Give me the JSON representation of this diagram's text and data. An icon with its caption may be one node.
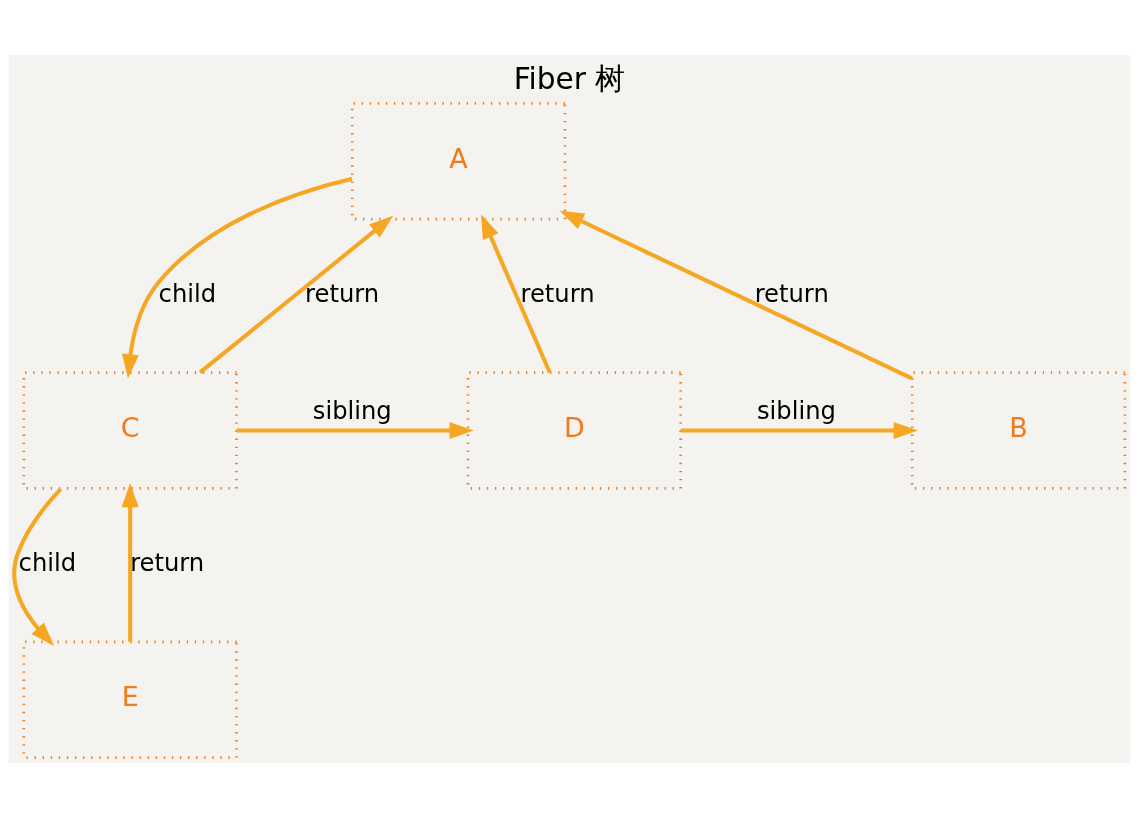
{
  "diagram": {
    "title": "Fiber 树",
    "nodes": [
      {
        "text": [
          "A"
        ]
      },
      {
        "text": [
          "C"
        ]
      },
      {
        "text": [
          "D"
        ]
      },
      {
        "text": [
          "B"
        ]
      },
      {
        "text": [
          "E"
        ]
      }
    ],
    "edges": [
      {
        "from": 0,
        "to": 1,
        "arrow": "to",
        "label": "child"
      },
      {
        "from": 1,
        "to": 0,
        "arrow": "to",
        "label": "return"
      },
      {
        "from": 1,
        "to": 2,
        "arrow": "to",
        "label": "sibling"
      },
      {
        "from": 2,
        "to": 0,
        "arrow": "to",
        "label": "return"
      },
      {
        "from": 2,
        "to": 3,
        "arrow": "to",
        "label": "sibling"
      },
      {
        "from": 3,
        "to": 0,
        "arrow": "to",
        "label": "return"
      },
      {
        "from": 1,
        "to": 4,
        "arrow": "to",
        "label": "child"
      },
      {
        "from": 4,
        "to": 1,
        "arrow": "to",
        "label": "return"
      }
    ]
  }
}
